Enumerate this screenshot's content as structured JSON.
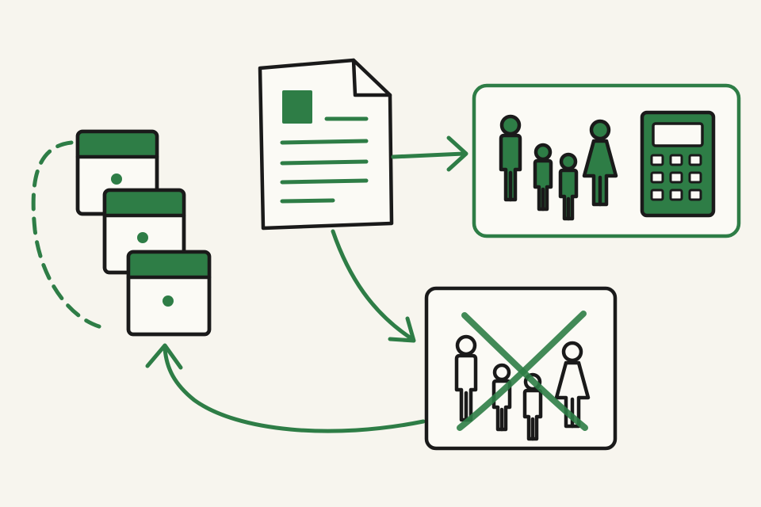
{
  "colors": {
    "background": "#f7f5ee",
    "ink": "#1a1a1a",
    "accent_green": "#2e7d46",
    "card_fill": "#fbfaf5"
  },
  "nodes": [
    {
      "id": "calendar-stack",
      "icon": "calendar-icon",
      "count": 3
    },
    {
      "id": "document",
      "icon": "document-icon"
    },
    {
      "id": "family-calculator-box",
      "icons": [
        "family-icon",
        "calculator-icon"
      ]
    },
    {
      "id": "family-crossed-box",
      "icons": [
        "family-icon",
        "cross-icon"
      ]
    }
  ],
  "edges": [
    {
      "from": "document",
      "to": "family-calculator-box",
      "style": "solid"
    },
    {
      "from": "document",
      "to": "family-crossed-box",
      "style": "solid"
    },
    {
      "from": "family-crossed-box",
      "to": "calendar-stack",
      "style": "solid"
    },
    {
      "from": "calendar-stack",
      "to": "calendar-stack",
      "style": "dashed"
    }
  ]
}
